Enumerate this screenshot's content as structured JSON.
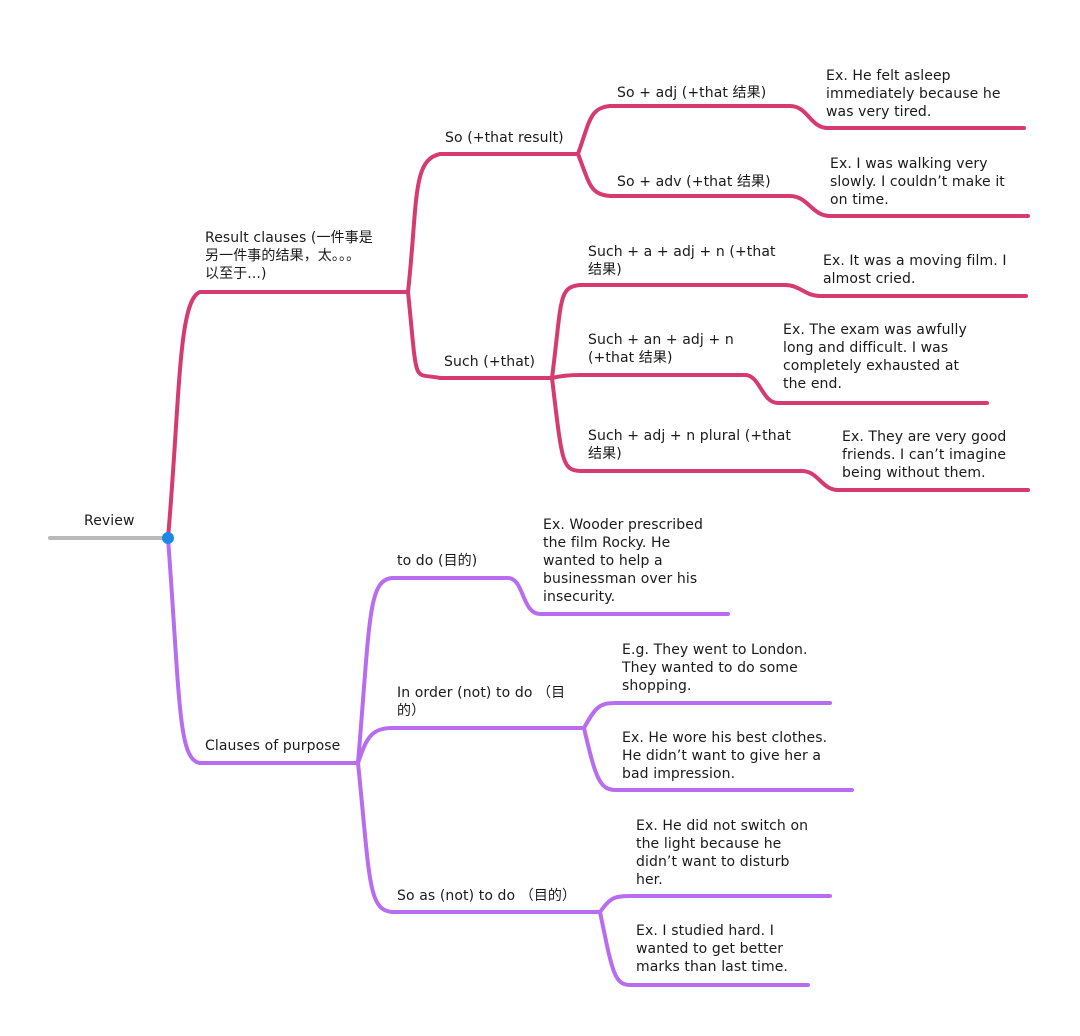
{
  "colors": {
    "root": "#b9b9b9",
    "root_dot": "#1e88e5",
    "result_branch": "#d63a6e",
    "purpose_branch": "#b86cf0"
  },
  "root": {
    "label": "Review"
  },
  "result": {
    "label": [
      "Result clauses (一件事是",
      "另一件事的结果，太。。。",
      "以至于...)"
    ],
    "so": {
      "label": "So (+that result)",
      "adj": {
        "label": "So + adj (+that 结果)",
        "example": [
          "Ex. He felt asleep",
          "immediately because he",
          "was very tired."
        ]
      },
      "adv": {
        "label": "So + adv (+that 结果)",
        "example": [
          "Ex. I was walking very",
          "slowly. I couldn’t make it",
          "on time."
        ]
      }
    },
    "such": {
      "label": "Such (+that)",
      "a": {
        "label": [
          "Such + a + adj + n (+that",
          "结果)"
        ],
        "example": [
          "Ex. It was a moving film. I",
          "almost cried."
        ]
      },
      "an": {
        "label": [
          "Such + an + adj + n",
          "(+that 结果)"
        ],
        "example": [
          "Ex. The exam was awfully",
          "long and  difficult. I was",
          "completely exhausted at",
          "the end."
        ]
      },
      "plural": {
        "label": [
          "Such + adj + n plural (+that",
          "结果)"
        ],
        "example": [
          "Ex. They are very good",
          "friends. I can’t imagine",
          "being without them."
        ]
      }
    }
  },
  "purpose": {
    "label": "Clauses of purpose",
    "todo": {
      "label": "to do (目的)",
      "example": [
        "Ex. Wooder prescribed",
        "the film Rocky. He",
        "wanted to help a",
        "businessman over his",
        "insecurity."
      ]
    },
    "inorder": {
      "label": [
        "In order (not) to do  （目",
        "的）"
      ],
      "ex1": [
        "E.g. They went to London.",
        "They wanted to do some",
        "shopping."
      ],
      "ex2": [
        "Ex. He wore his best clothes.",
        "He didn’t want to give her a",
        "bad impression."
      ]
    },
    "soas": {
      "label": "So as (not) to do  （目的）",
      "ex1": [
        "Ex. He did not switch on",
        "the light because he",
        "didn’t want to disturb",
        "her."
      ],
      "ex2": [
        "Ex. I studied hard. I",
        "wanted to get better",
        "marks than last time."
      ]
    }
  }
}
